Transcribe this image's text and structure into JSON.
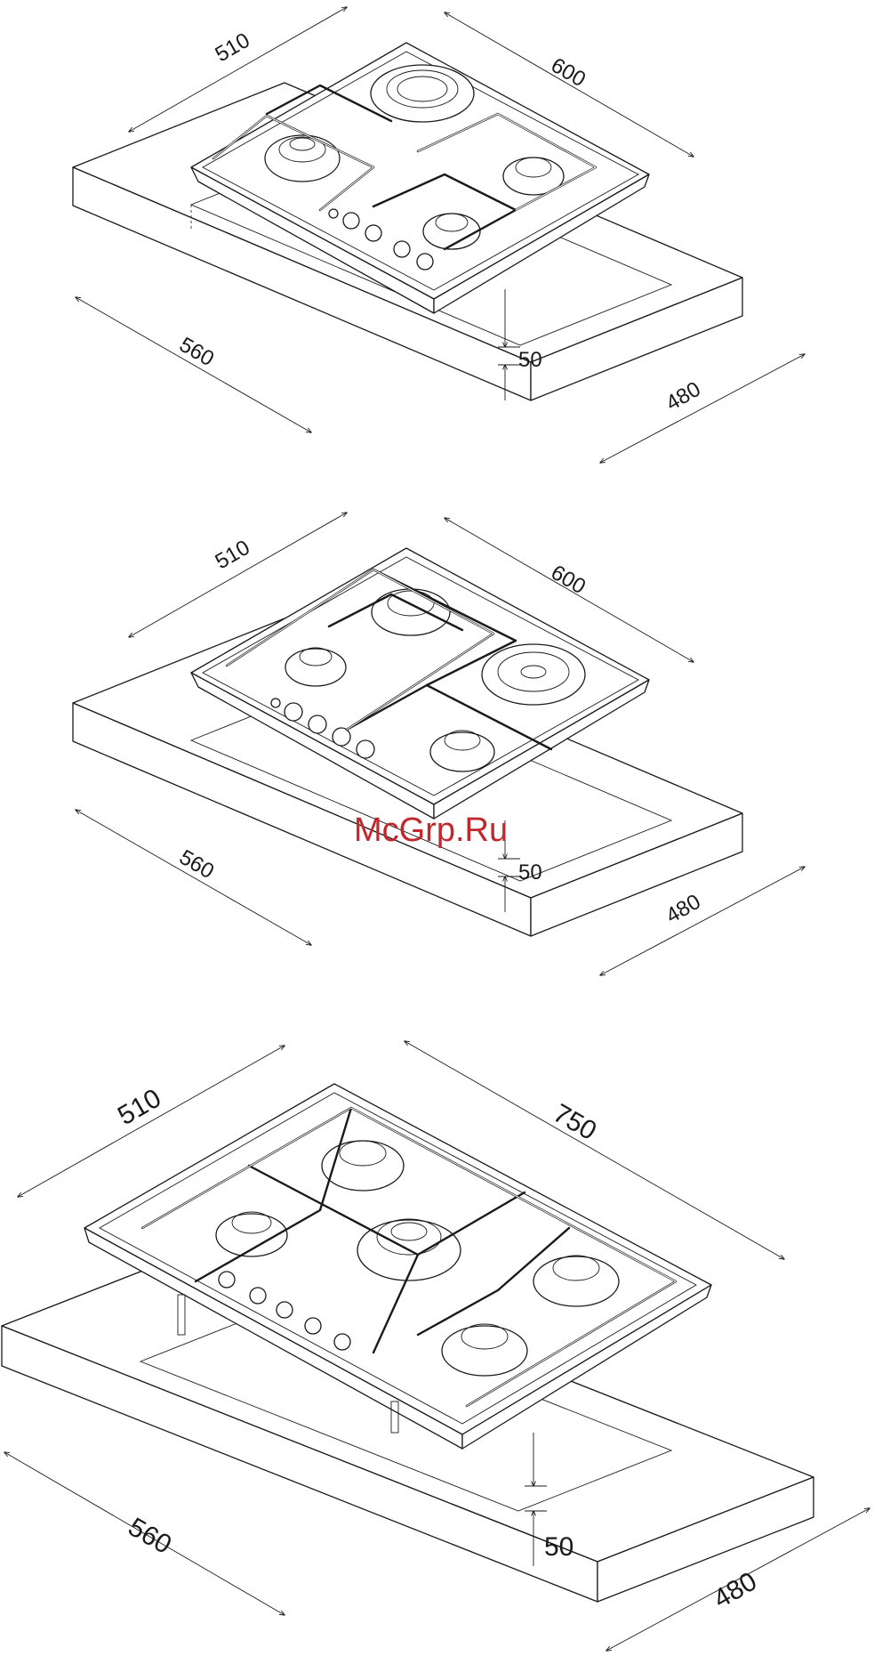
{
  "watermark": "McGrp.Ru",
  "views": [
    {
      "name": "hob-600-gas-electric-top",
      "dims": {
        "depth_top": "510",
        "width_top": "600",
        "cutout_width": "560",
        "cutout_depth": "480",
        "height": "50"
      }
    },
    {
      "name": "hob-600-gas-electric-middle",
      "dims": {
        "depth_top": "510",
        "width_top": "600",
        "cutout_width": "560",
        "cutout_depth": "480",
        "height": "50"
      }
    },
    {
      "name": "hob-750-gas-bottom",
      "dims": {
        "depth_top": "510",
        "width_top": "750",
        "cutout_width": "560",
        "cutout_depth": "480",
        "height": "50"
      }
    }
  ]
}
